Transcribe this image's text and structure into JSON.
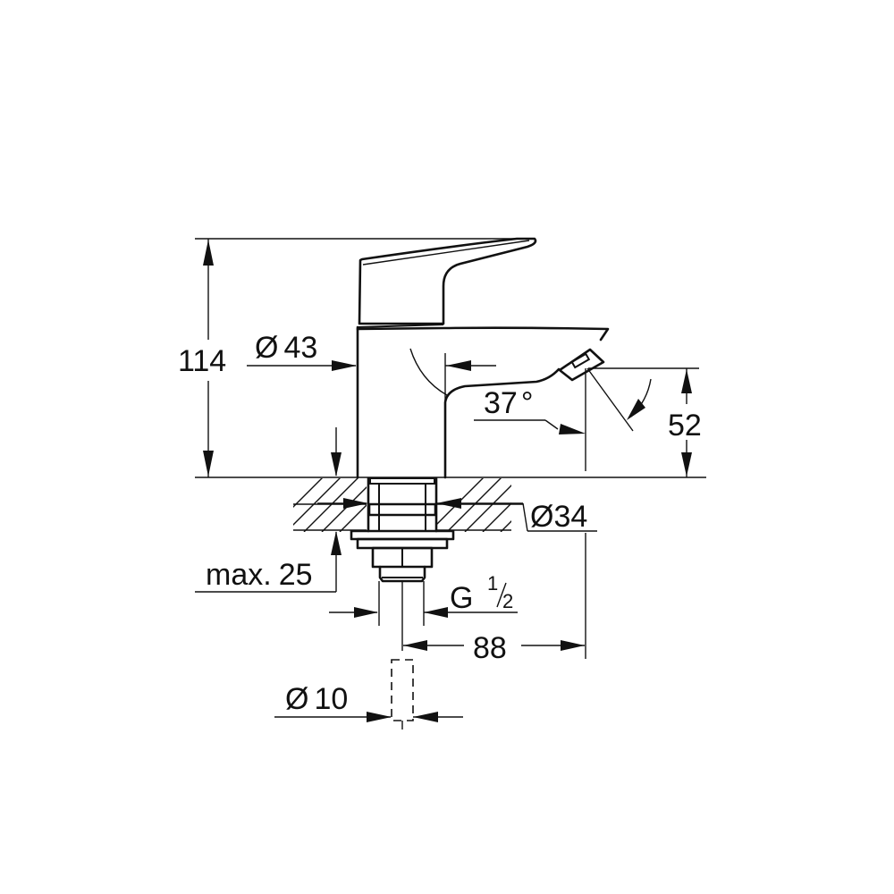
{
  "drawing": {
    "title": "Basin tap technical dimension drawing",
    "units": "mm",
    "line_color": "#111111",
    "background": "#ffffff"
  },
  "dimensions": {
    "total_height": {
      "label": "114",
      "value": 114
    },
    "body_diameter": {
      "symbol": "Ø",
      "label": "43",
      "value": 43
    },
    "spout_angle": {
      "label": "37",
      "unit": "°",
      "value": 37
    },
    "spout_height": {
      "label": "52",
      "value": 52
    },
    "hole_diameter": {
      "symbol": "Ø",
      "label": "34",
      "value": 34
    },
    "max_deck_thickness": {
      "prefix": "max.",
      "label": "25",
      "value": 25
    },
    "thread": {
      "letter": "G",
      "numerator": "1",
      "denominator": "2"
    },
    "spout_reach": {
      "label": "88",
      "value": 88
    },
    "hose_diameter": {
      "symbol": "Ø",
      "label": "10",
      "value": 10
    }
  }
}
